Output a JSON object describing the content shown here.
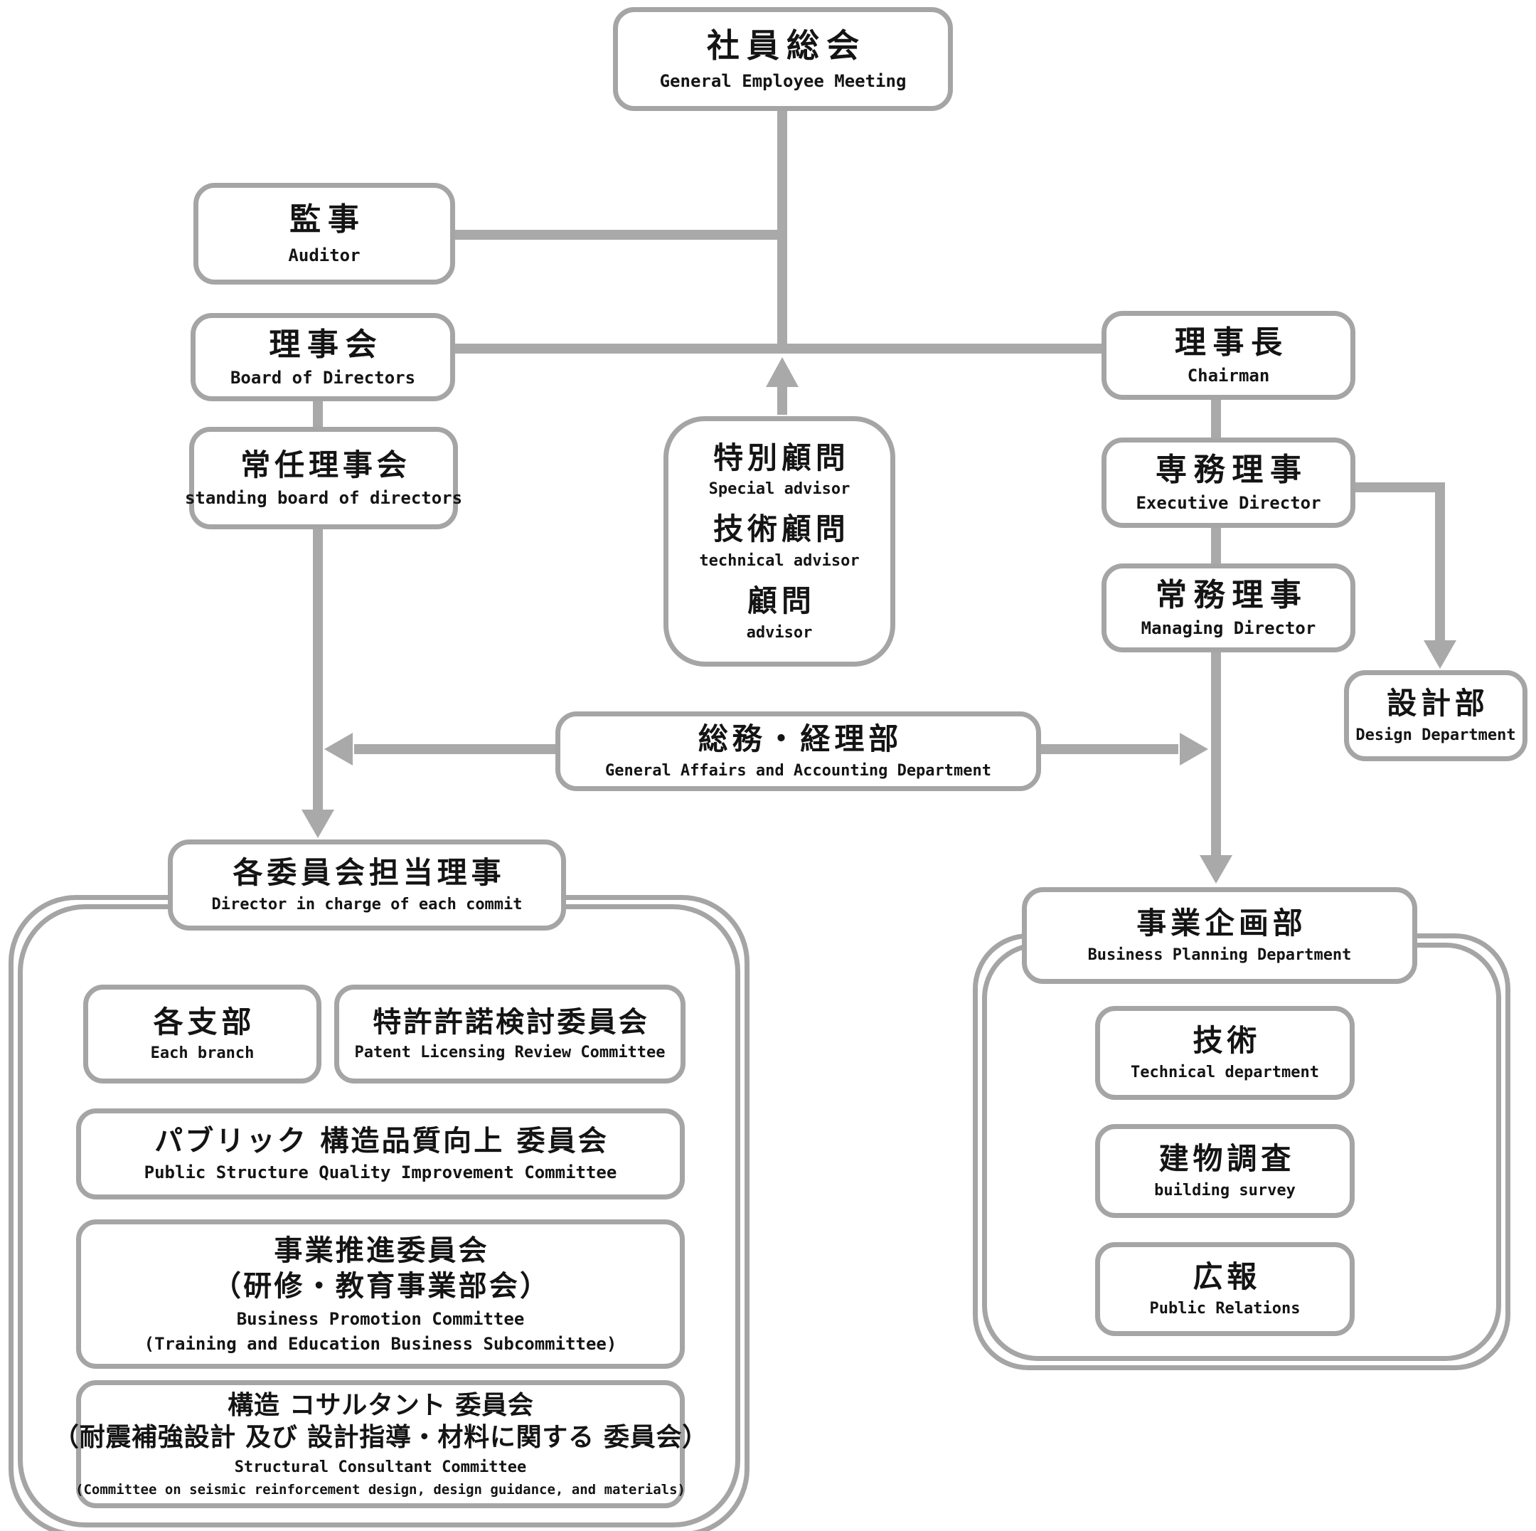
{
  "colors": {
    "box_border": "#a5a5a5",
    "connector": "#a9a9a9",
    "text": "#141414",
    "background": "#ffffff"
  },
  "boxes": {
    "general_meeting": {
      "jp": "社員総会",
      "en": "General Employee Meeting"
    },
    "auditor": {
      "jp": "監事",
      "en": "Auditor"
    },
    "board": {
      "jp": "理事会",
      "en": "Board of Directors"
    },
    "standing_board": {
      "jp": "常任理事会",
      "en": "standing board of directors"
    },
    "advisors": {
      "items": [
        {
          "jp": "特別顧問",
          "en": "Special advisor"
        },
        {
          "jp": "技術顧問",
          "en": "technical advisor"
        },
        {
          "jp": "顧問",
          "en": "advisor"
        }
      ]
    },
    "chairman": {
      "jp": "理事長",
      "en": "Chairman"
    },
    "executive_director": {
      "jp": "専務理事",
      "en": "Executive Director"
    },
    "managing_director": {
      "jp": "常務理事",
      "en": "Managing Director"
    },
    "design_department": {
      "jp": "設計部",
      "en": "Design Department"
    },
    "general_affairs": {
      "jp": "総務・経理部",
      "en": "General Affairs and Accounting Department"
    },
    "committee_director": {
      "jp": "各委員会担当理事",
      "en": "Director in charge of each commit"
    },
    "each_branch": {
      "jp": "各支部",
      "en": "Each branch"
    },
    "patent_committee": {
      "jp": "特許許諾検討委員会",
      "en": "Patent Licensing Review Committee"
    },
    "public_structure": {
      "jp": "パブリック 構造品質向上 委員会",
      "en": "Public Structure Quality Improvement Committee"
    },
    "business_promotion": {
      "jp": "事業推進委員会",
      "jp2": "（研修・教育事業部会）",
      "en": "Business Promotion Committee",
      "en2": "(Training and Education Business Subcommittee)"
    },
    "structural_consultant": {
      "jp": "構造 コサルタント 委員会",
      "jp2": "（耐震補強設計 及び 設計指導・材料に関する 委員会）",
      "en": "Structural Consultant Committee",
      "en2": "(Committee on seismic reinforcement design, design guidance, and materials)"
    },
    "business_planning": {
      "jp": "事業企画部",
      "en": "Business Planning Department"
    },
    "technical": {
      "jp": "技術",
      "en": "Technical department"
    },
    "building_survey": {
      "jp": "建物調査",
      "en": "building survey"
    },
    "public_relations": {
      "jp": "広報",
      "en": "Public Relations"
    }
  }
}
